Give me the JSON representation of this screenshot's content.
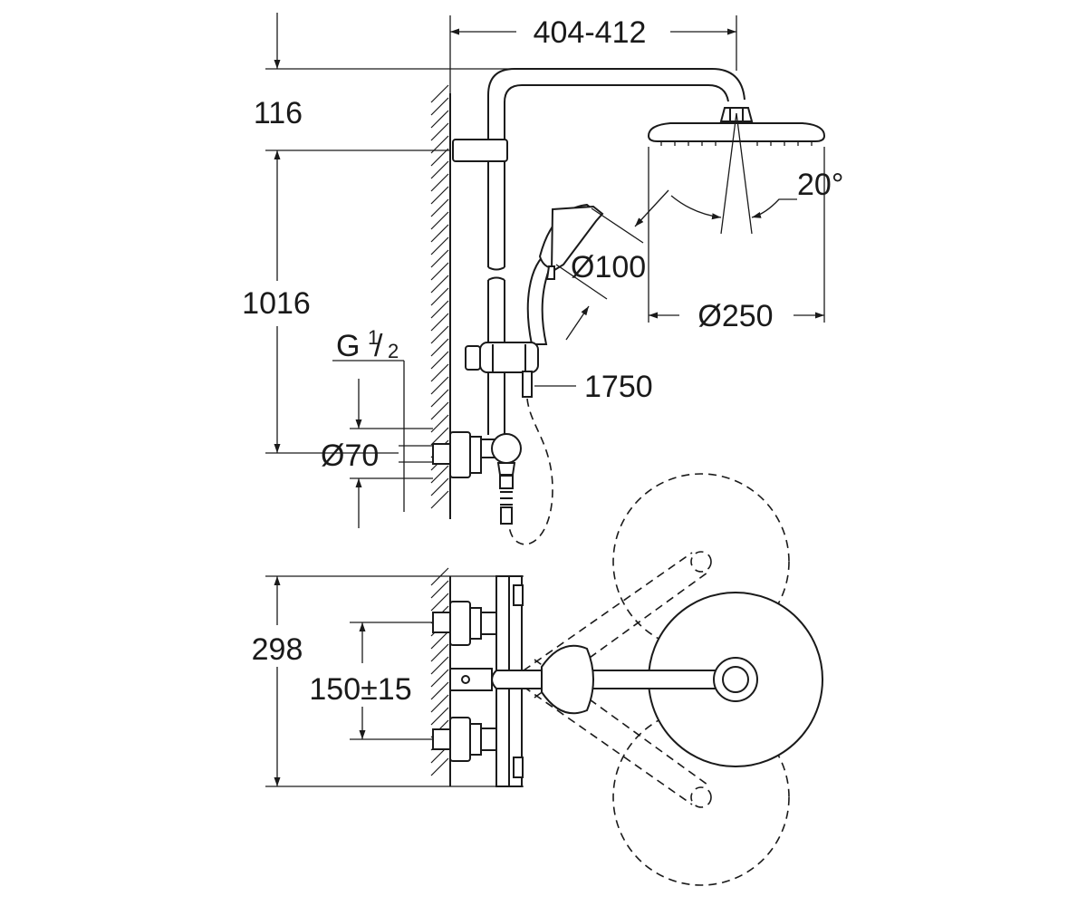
{
  "dimensions": {
    "width_arm": "404-412",
    "top_offset": "116",
    "height_rail": "1016",
    "thread": "G",
    "thread_num": "1",
    "thread_den": "2",
    "dia_escutcheon": "Ø70",
    "hand_shower_dia": "Ø100",
    "head_shower_dia": "Ø250",
    "tilt_angle": "20°",
    "hose_length": "1750",
    "depth": "298",
    "centers": "150±15"
  }
}
